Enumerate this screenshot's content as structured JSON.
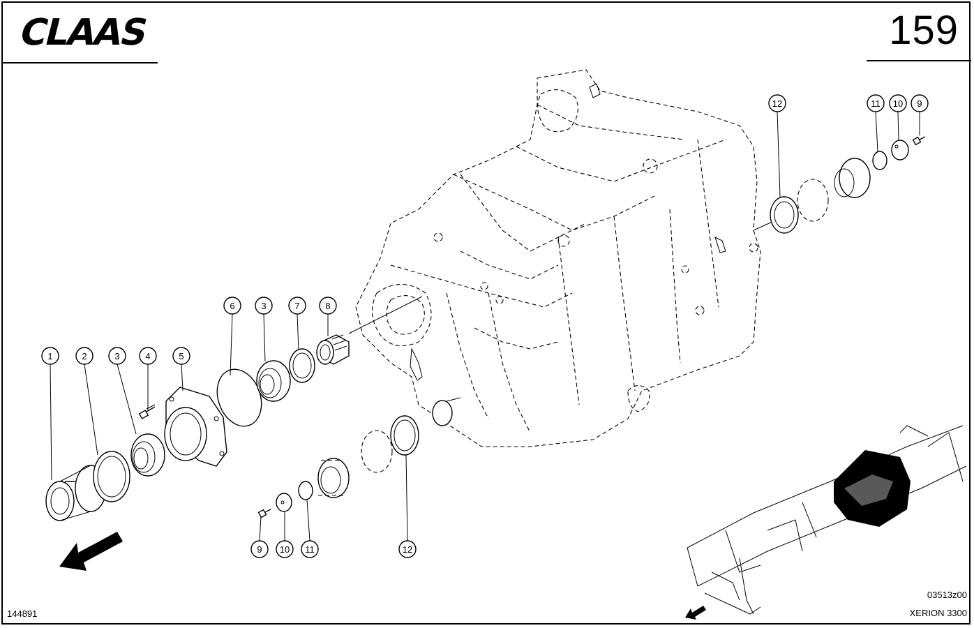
{
  "header": {
    "brand": "CLAAS",
    "page_number": "159"
  },
  "footer": {
    "doc_number": "144891",
    "drawing_code": "03513z00",
    "model": "XERION 3300"
  },
  "callouts": [
    {
      "id": "c1",
      "label": "1"
    },
    {
      "id": "c2",
      "label": "2"
    },
    {
      "id": "c3a",
      "label": "3"
    },
    {
      "id": "c4",
      "label": "4"
    },
    {
      "id": "c5",
      "label": "5"
    },
    {
      "id": "c6",
      "label": "6"
    },
    {
      "id": "c3b",
      "label": "3"
    },
    {
      "id": "c7",
      "label": "7"
    },
    {
      "id": "c8",
      "label": "8"
    },
    {
      "id": "c9a",
      "label": "9"
    },
    {
      "id": "c10a",
      "label": "10"
    },
    {
      "id": "c11a",
      "label": "11"
    },
    {
      "id": "c12a",
      "label": "12"
    },
    {
      "id": "c12b",
      "label": "12"
    },
    {
      "id": "c11b",
      "label": "11"
    },
    {
      "id": "c10b",
      "label": "10"
    },
    {
      "id": "c9b",
      "label": "9"
    }
  ]
}
